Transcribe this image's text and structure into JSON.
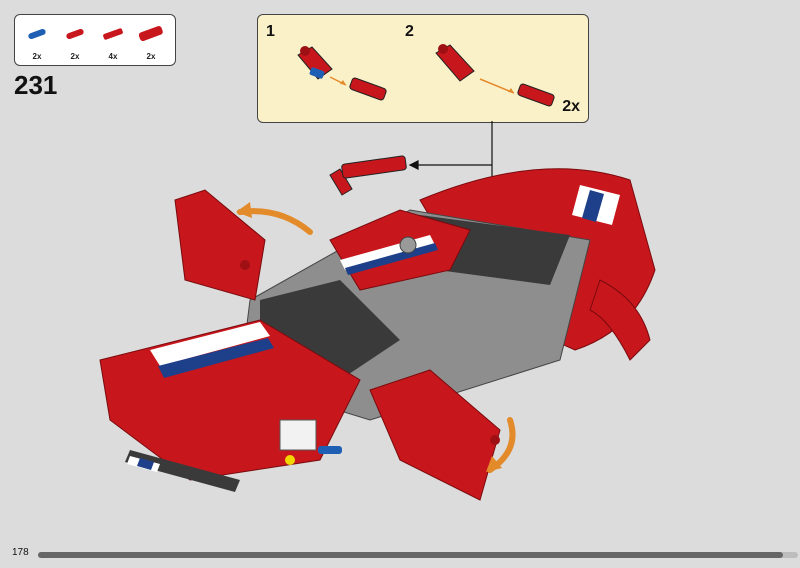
{
  "parts_list": [
    {
      "qty": "2x",
      "name": "blue-pin",
      "color": "#1e5fb4"
    },
    {
      "qty": "2x",
      "name": "red-pin",
      "color": "#c8171c"
    },
    {
      "qty": "4x",
      "name": "red-axle-pin",
      "color": "#c8171c"
    },
    {
      "qty": "2x",
      "name": "red-connector",
      "color": "#c8171c"
    }
  ],
  "step": "231",
  "callout": {
    "sub1": "1",
    "sub2": "2",
    "qty": "2x"
  },
  "footer": {
    "page": "178",
    "progress": 0.98
  },
  "colors": {
    "background": "#dcdcdc",
    "callout_bg": "#fbf1c9",
    "brick_red": "#c8171c",
    "brick_blue": "#1e5fb4",
    "dark_grey": "#3a3a3a",
    "arrow_orange": "#e38a2b"
  }
}
